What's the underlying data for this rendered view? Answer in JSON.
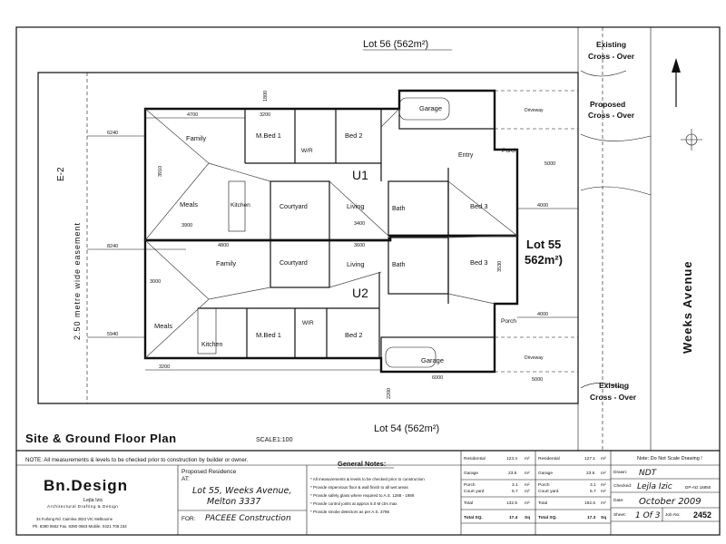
{
  "plan": {
    "lot56": "Lot 56 (562m²)",
    "lot54": "Lot 54 (562m²)",
    "lot55_line1": "Lot 55",
    "lot55_line2": "562m²)",
    "street": "Weeks Avenue",
    "easement": "2.50 metre wide easement",
    "easement_tag": "E-2",
    "crossover_top_1": "Existing",
    "crossover_top_2": "Cross - Over",
    "crossover_prop_1": "Proposed",
    "crossover_prop_2": "Cross - Over",
    "crossover_bot_1": "Existing",
    "crossover_bot_2": "Cross - Over",
    "unit1": "U1",
    "unit2": "U2",
    "title": "Site & Ground Floor Plan",
    "scale": "SCALE1:100",
    "u1_rooms": {
      "family": "Family",
      "meals": "Meals",
      "kitchen": "Kitchen",
      "courtyard": "Courtyard",
      "living": "Living",
      "mbed": "M.Bed 1",
      "bed2": "Bed 2",
      "bed3": "Bed 3",
      "garage": "Garage",
      "entry": "Entry",
      "porch": "Porch",
      "bath": "Bath",
      "wir": "W/R"
    },
    "u2_rooms": {
      "family": "Family",
      "meals": "Meals",
      "kitchen": "Kitchen",
      "courtyard": "Courtyard",
      "living": "Living",
      "mbed": "M.Bed 1",
      "bed2": "Bed 2",
      "bed3": "Bed 3",
      "garage": "Garage",
      "bath": "Bath",
      "porch": "Porch",
      "wir": "WIR"
    },
    "dims": {
      "d4700": "4700",
      "d3200": "3200",
      "d3900": "3900",
      "d3400": "3400",
      "d4800": "4800",
      "d3600": "3600",
      "d6240": "6240",
      "d8240": "8240",
      "d4000": "4000",
      "d3000": "3000",
      "d5000": "5000",
      "d6000": "6000",
      "d5940": "5940",
      "d3910": "3910",
      "d3530": "3530",
      "d2200": "2200",
      "d1800": "1800"
    },
    "driveway": "Driveway"
  },
  "titleblock": {
    "note": "NOTE: All measurements & levels to be checked prior to construction by builder or owner.",
    "company": "Bn.Design",
    "person": "Lejla Izic",
    "tagline": "Architectural Drafting & Design",
    "contact": "Ph. 8390 0662   Fax. 8390 0663   Mobile. 0421 706 234",
    "address_small": "34 Furlong Rd.   Cairnlea 3023   VIC   Melbourne",
    "proposed_label": "Proposed Residence",
    "at_label": "AT:",
    "address1": "Lot 55, Weeks Avenue,",
    "address2": "Melton 3337",
    "for_label": "FOR:",
    "client": "PACEEE Construction",
    "gn_title": "General Notes:",
    "gn": [
      "* All measurements & levels to be checked prior to construction",
      "* Provide impervious floor & wall finish to all wet areas",
      "* Provide safety glass where required to A.S. 1288 - 1989",
      "* Provide control joints at approx 5.0 M ctrs max",
      "* Provide smoke detectors as per A.S. 3786"
    ],
    "area1": [
      {
        "label": "Residential",
        "value": "123.4",
        "unit": "m²"
      },
      {
        "label": "Garage",
        "value": "23.5",
        "unit": "m²"
      },
      {
        "label": "Porch",
        "value": "3.1",
        "unit": "m²"
      },
      {
        "label": "Court yard",
        "value": "5.7",
        "unit": "m²"
      },
      {
        "label": "Total",
        "value": "132.5",
        "unit": "m²"
      },
      {
        "label": "Total SQ.",
        "value": "17.4",
        "unit": "Sq"
      }
    ],
    "area2": [
      {
        "label": "Residential",
        "value": "127.1",
        "unit": "m²"
      },
      {
        "label": "Garage",
        "value": "23.6",
        "unit": "m²"
      },
      {
        "label": "Porch",
        "value": "3.1",
        "unit": "m²"
      },
      {
        "label": "Court yard",
        "value": "5.7",
        "unit": "m²"
      },
      {
        "label": "Total",
        "value": "162.5",
        "unit": "m²"
      },
      {
        "label": "Total SQ.",
        "value": "17.3",
        "unit": "Sq"
      }
    ],
    "do_not_scale": "Note: Do Not Scale Drawing !",
    "drawn_label": "Drawn:",
    "drawn": "NDT",
    "checked_label": "Checked:",
    "checked": "Lejla Izic",
    "dp": "DP-AD 16850",
    "date_label": "Date:",
    "date": "October 2009",
    "sheet_label": "Sheet:",
    "sheet": "1 Of 3",
    "job_label": "Job No:",
    "job": "2452"
  }
}
